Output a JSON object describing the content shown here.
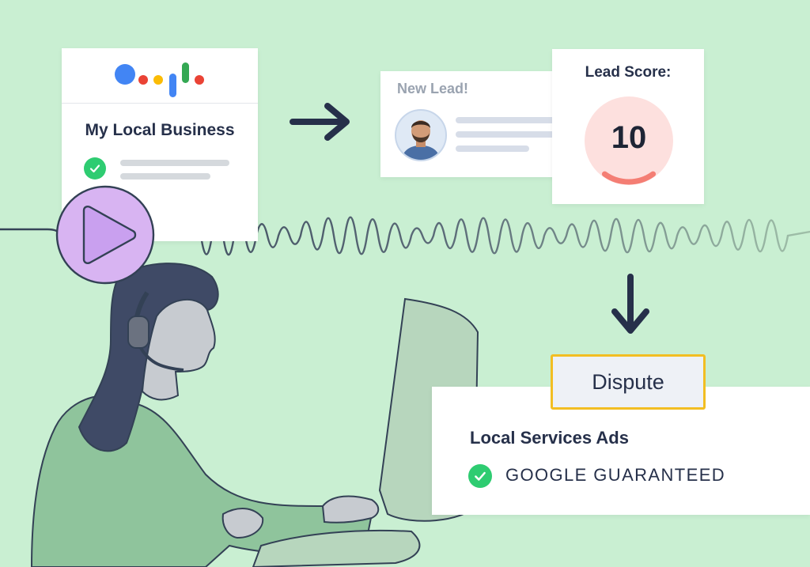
{
  "business_card": {
    "title": "My Local Business",
    "assistant_dot_colors": [
      "#4285F4",
      "#EA4335",
      "#FBBC05",
      "#34A853"
    ]
  },
  "lead_card": {
    "label": "New Lead!"
  },
  "score_card": {
    "label": "Lead Score:",
    "score": "10",
    "score_level": 0.2
  },
  "dispute_button": {
    "label": "Dispute"
  },
  "ads_card": {
    "title": "Local Services Ads",
    "badge_text": "GOOGLE GUARANTEED",
    "badge_icon": "check-circle-icon"
  },
  "colors": {
    "background": "#c9efd2",
    "check_green": "#2ecc71",
    "play_purple": "#d8b4f2",
    "dispute_border": "#f2be22",
    "score_ring": "#f47e74",
    "ink": "#26304a"
  }
}
